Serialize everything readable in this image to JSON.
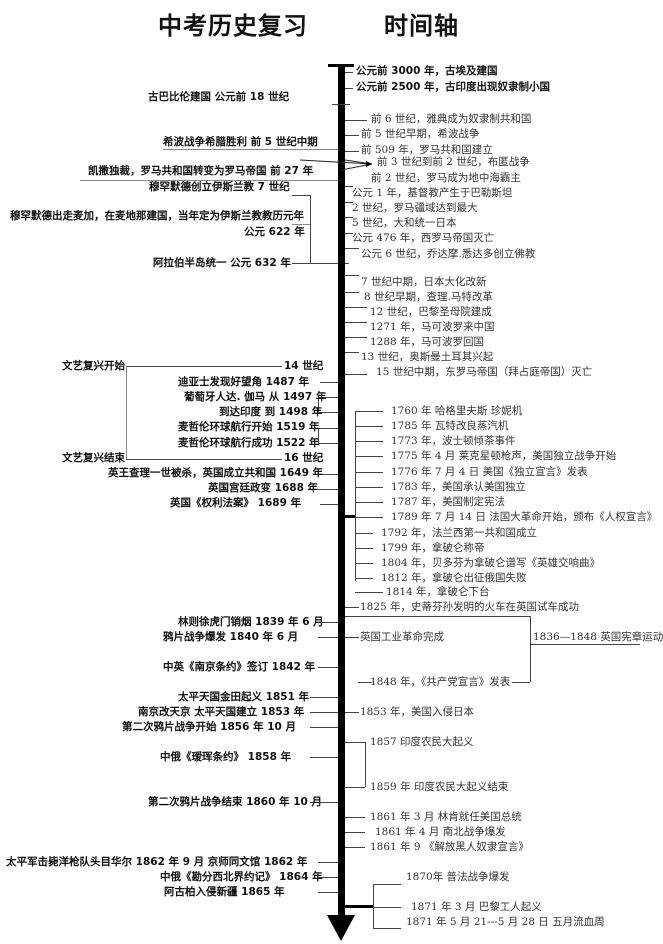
{
  "header": {
    "title_left": "中考历史复习",
    "title_right": "时间轴"
  },
  "axis": {
    "direction": "down",
    "color": "#000000"
  },
  "left_events": [
    {
      "text": "古巴比伦建国     公元前 18 世纪"
    },
    {
      "text": "希波战争希腊胜利    前 5 世纪中期"
    },
    {
      "text": "凯撒独裁，罗马共和国转变为罗马帝国     前 27 年"
    },
    {
      "text": "穆罕默德创立伊斯兰教   7 世纪"
    },
    {
      "text": "穆罕默德出走麦加，在麦地那建国，当年定为伊斯兰教教历元年"
    },
    {
      "text": "公元 622 年"
    },
    {
      "text": "阿拉伯半岛统一    公元 632 年"
    },
    {
      "text": "文艺复兴开始"
    },
    {
      "text": "14 世纪"
    },
    {
      "text": "迪亚士发现好望角     1487 年"
    },
    {
      "text": "葡萄牙人达. 伽马   从 1497 年"
    },
    {
      "text": "到达印度   到 1498 年"
    },
    {
      "text": "麦哲伦环球航行开始  1519 年"
    },
    {
      "text": "麦哲伦环球航行成功   1522 年"
    },
    {
      "text": "文艺复兴结束"
    },
    {
      "text": "16 世纪"
    },
    {
      "text": "英王查理一世被杀，英国成立共和国   1649 年"
    },
    {
      "text": "英国宫廷政变    1688 年"
    },
    {
      "text": "英国《权利法案》      1689 年"
    },
    {
      "text": "林则徐虎门销烟     1839 年 6 月"
    },
    {
      "text": "鸦片战争爆发          1840 年 6 月"
    },
    {
      "text": "中英《南京条约》签订     1842 年"
    },
    {
      "text": "太平天国金田起义     1851 年"
    },
    {
      "text": "南京改天京  太平天国建立       1853 年"
    },
    {
      "text": "第二次鸦片战争开始         1856 年 10 月"
    },
    {
      "text": "中俄《瑷珲条约》           1858 年"
    },
    {
      "text": "第二次鸦片战争结束   1860 年 10 月"
    },
    {
      "text": "太平军击毙洋枪队头目华尔  1862 年 9 月        京师同文馆       1862 年"
    },
    {
      "text": "中俄《勘分西北界约记》    1864 年"
    },
    {
      "text": "阿古柏入侵新疆                 1865 年"
    }
  ],
  "right_events": [
    {
      "text": "公元前 3000 年，古埃及建国"
    },
    {
      "text": "公元前 2500 年，古印度出现奴隶制小国"
    },
    {
      "text": "前 6 世纪，雅典成为奴隶制共和国"
    },
    {
      "text": "前 5 世纪早期，希波战争"
    },
    {
      "text": "前 509 年，罗马共和国建立"
    },
    {
      "text": "前 3 世纪到前 2 世纪，布匿战争"
    },
    {
      "text": "前 2 世纪，罗马成为地中海霸主"
    },
    {
      "text": "公元 1 年，基督教产生于巴勒斯坦"
    },
    {
      "text": "2 世纪，罗马疆域达到最大"
    },
    {
      "text": "5 世纪，大和统一日本"
    },
    {
      "text": "公元 476 年，西罗马帝国灭亡"
    },
    {
      "text": "公元 6 世纪，乔达摩.悉达多创立佛教"
    },
    {
      "text": "7 世纪中期，日本大化改新"
    },
    {
      "text": "8 世纪早期，查理.马特改革"
    },
    {
      "text": "12 世纪，巴黎圣母院建成"
    },
    {
      "text": "1271 年，马可波罗来中国"
    },
    {
      "text": "1288 年，马可波罗回国"
    },
    {
      "text": "13 世纪，奥斯曼土耳其兴起"
    },
    {
      "text": "15 世纪中期，东罗马帝国（拜占庭帝国）灭亡"
    },
    {
      "text": "1760 年   哈格里夫斯   珍妮机"
    },
    {
      "text": "1785 年    瓦特改良蒸汽机"
    },
    {
      "text": "1773 年，波士顿倾茶事件"
    },
    {
      "text": "1775 年 4 月      莱克星顿枪声，美国独立战争开始"
    },
    {
      "text": "1776 年 7 月 4 日      美国《独立宣言》发表"
    },
    {
      "text": "1783 年，美国承认美国独立"
    },
    {
      "text": "1787 年，美国制定宪法"
    },
    {
      "text": "1789 年 7 月 14 日   法国大革命开始，颁布《人权宣言》"
    },
    {
      "text": "1792 年，法兰西第一共和国成立"
    },
    {
      "text": "1799 年，拿破仑称帝"
    },
    {
      "text": "1804 年，贝多芬为拿破仑谱写《英雄交响曲》"
    },
    {
      "text": "1812 年，拿破仑出征俄国失败"
    },
    {
      "text": "1814 年，拿破仑下台"
    },
    {
      "text": "1825 年，史蒂芬孙发明的火车在英国试车成功"
    },
    {
      "text": "英国工业革命完成"
    },
    {
      "text": "1836—1848 英国宪章运动"
    },
    {
      "text": "1848 年，《共产党宣言》发表"
    },
    {
      "text": "1853 年，美国入侵日本"
    },
    {
      "text": "1857      印度农民大起义"
    },
    {
      "text": "1859 年    印度农民大起义结束"
    },
    {
      "text": "1861 年  3 月        林肯就任美国总统"
    },
    {
      "text": "1861 年 4 月        南北战争爆发"
    },
    {
      "text": "1861 年 9       《解放黑人奴隶宣言》"
    },
    {
      "text": "1870年       普法战争爆发"
    },
    {
      "text": "1871 年 3 月       巴黎工人起义"
    },
    {
      "text": "1871 年 5 月 21---5 月 28 日        五月流血周"
    }
  ]
}
